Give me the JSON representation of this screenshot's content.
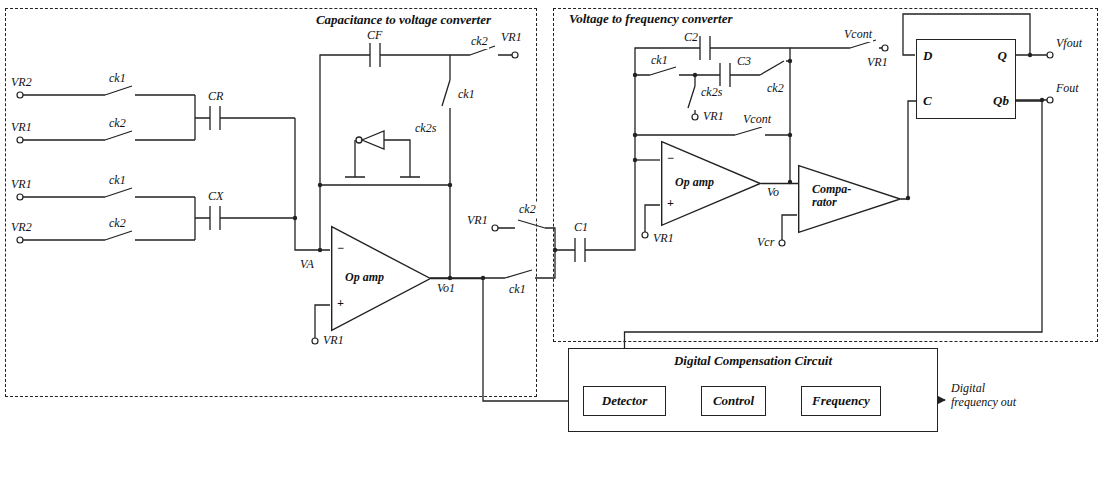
{
  "diagram": {
    "nodes": [
      {
        "text": [
          "Capacitance to voltage converter"
        ]
      },
      {
        "text": [
          "Op amp",
          "−",
          "+"
        ],
        "in": 0
      },
      {
        "text": [
          "Voltage to frequency converter"
        ]
      },
      {
        "text": [
          "Op amp",
          "−",
          "+"
        ],
        "in": 2
      },
      {
        "text": [
          "Compa- rator"
        ],
        "in": 2
      },
      {
        "text": [
          "D",
          "Q",
          "C",
          "Qb"
        ],
        "in": 2
      },
      {
        "text": [
          "Digital Compensation Circuit"
        ]
      },
      {
        "text": [
          "Detector"
        ],
        "in": 6
      },
      {
        "text": [
          "Control"
        ],
        "in": 6
      },
      {
        "text": [
          "Frequency"
        ],
        "in": 6
      }
    ],
    "edges": [
      {
        "from": 7,
        "to": 8,
        "arrow": "to"
      },
      {
        "from": 8,
        "to": 9,
        "arrow": "to"
      },
      {
        "from": 1,
        "to": 7,
        "arrow": "to"
      },
      {
        "from": 5,
        "to": 7,
        "arrow": "to"
      },
      {
        "from": 4,
        "to": 5,
        "arrow": "none"
      },
      {
        "from": 3,
        "to": 4,
        "arrow": "none"
      }
    ],
    "labels": [
      "VR2",
      "ck1",
      "VR1",
      "ck2",
      "VR1",
      "ck1",
      "VR2",
      "ck2",
      "CR",
      "CX",
      "CF",
      "ck2",
      "VR1",
      "ck1",
      "ck2s",
      "VA",
      "VR1",
      "Vo1",
      "ck2",
      "VR1",
      "ck1",
      "C1",
      "VR1",
      "C2",
      "ck1",
      "C3",
      "ck2",
      "ck2s",
      "VR1",
      "Vcont",
      "Vcont",
      "VR1",
      "Vo",
      "Vcr",
      "Vfout",
      "Fout",
      "Digital frequency out"
    ]
  }
}
